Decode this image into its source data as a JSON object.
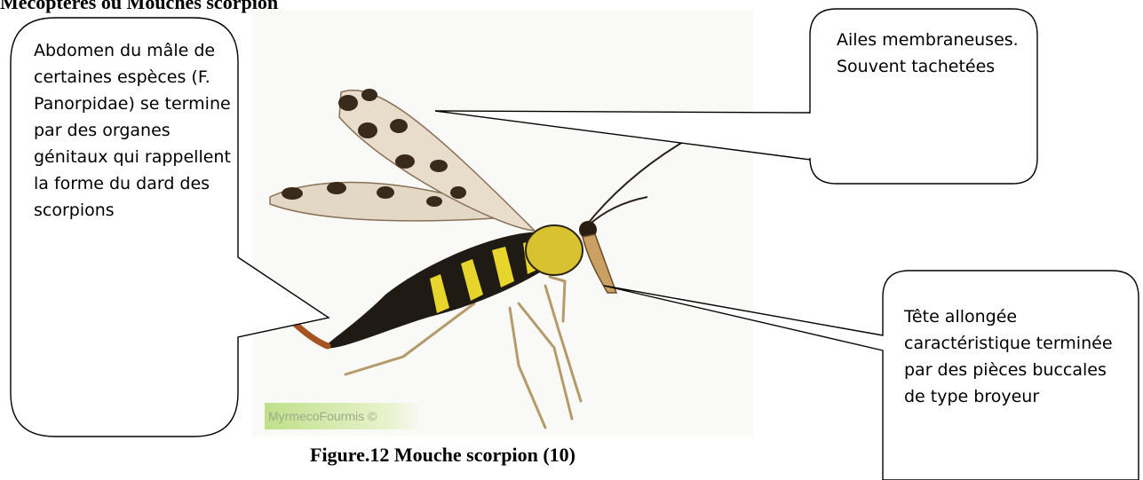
{
  "heading": "Mécoptères ou Mouches scorpion",
  "photo": {
    "watermark": "MyrmecoFourmis ©"
  },
  "callouts": {
    "abdomen": "Abdomen du mâle de certaines espèces (F. Panorpidae) se termine par des organes génitaux qui rappellent la forme du dard des scorpions",
    "wings": "Ailes membraneuses. Souvent tachetées",
    "head": "Tête allongée caractéristique terminée par des pièces buccales de type broyeur"
  },
  "caption": "Figure.12 Mouche scorpion (10)"
}
